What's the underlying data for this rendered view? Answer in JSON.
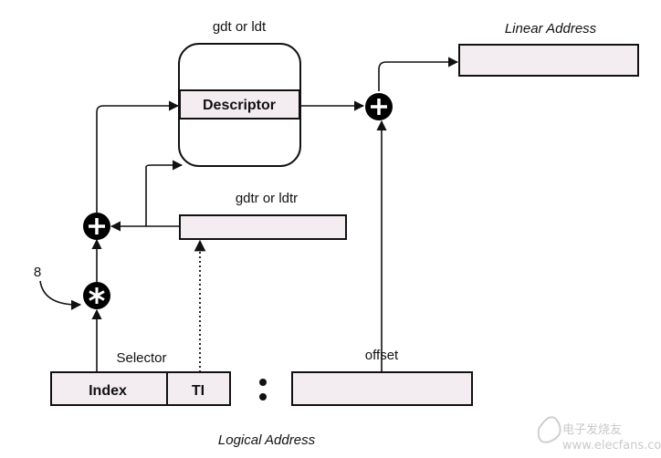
{
  "labels": {
    "gdt_or_ldt": "gdt or ldt",
    "descriptor": "Descriptor",
    "linear_address": "Linear Address",
    "gdtr_or_ldtr": "gdtr or ldtr",
    "eight": "8",
    "selector": "Selector",
    "index": "Index",
    "ti": "TI",
    "offset": "offset",
    "colon": ":",
    "logical_address": "Logical Address"
  },
  "watermark": {
    "line1": "电子发烧友",
    "line2": "www.elecfans.com"
  },
  "colors": {
    "box_fill": "#f3edf2",
    "stroke": "#111111",
    "operator_fill": "#000000"
  },
  "icons": {
    "plus": "plus-operator-icon",
    "times": "multiply-operator-icon"
  }
}
